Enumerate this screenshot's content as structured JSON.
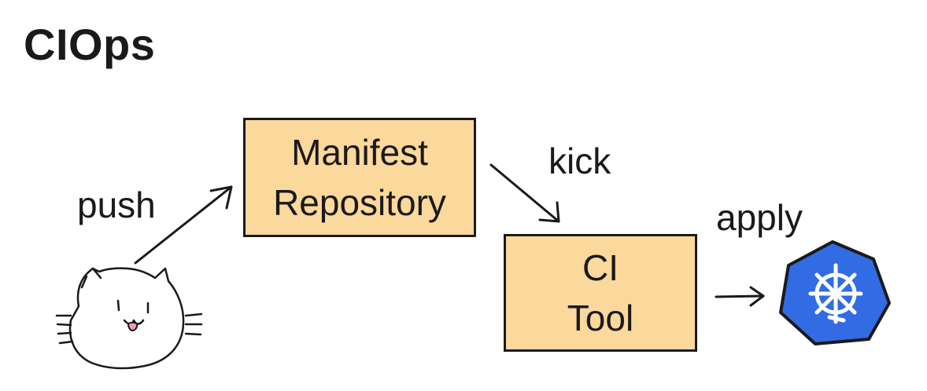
{
  "title": "CIOps",
  "nodes": {
    "manifest_repo": {
      "line1": "Manifest",
      "line2": "Repository"
    },
    "ci_tool": {
      "line1": "CI",
      "line2": "Tool"
    }
  },
  "edges": {
    "push": "push",
    "kick": "kick",
    "apply": "apply"
  },
  "icons": {
    "developer": "cat-icon",
    "cluster": "kubernetes-icon"
  },
  "colors": {
    "box_fill": "#fbd89c",
    "stroke": "#1a1a1a",
    "kubernetes_blue": "#326ce5"
  }
}
